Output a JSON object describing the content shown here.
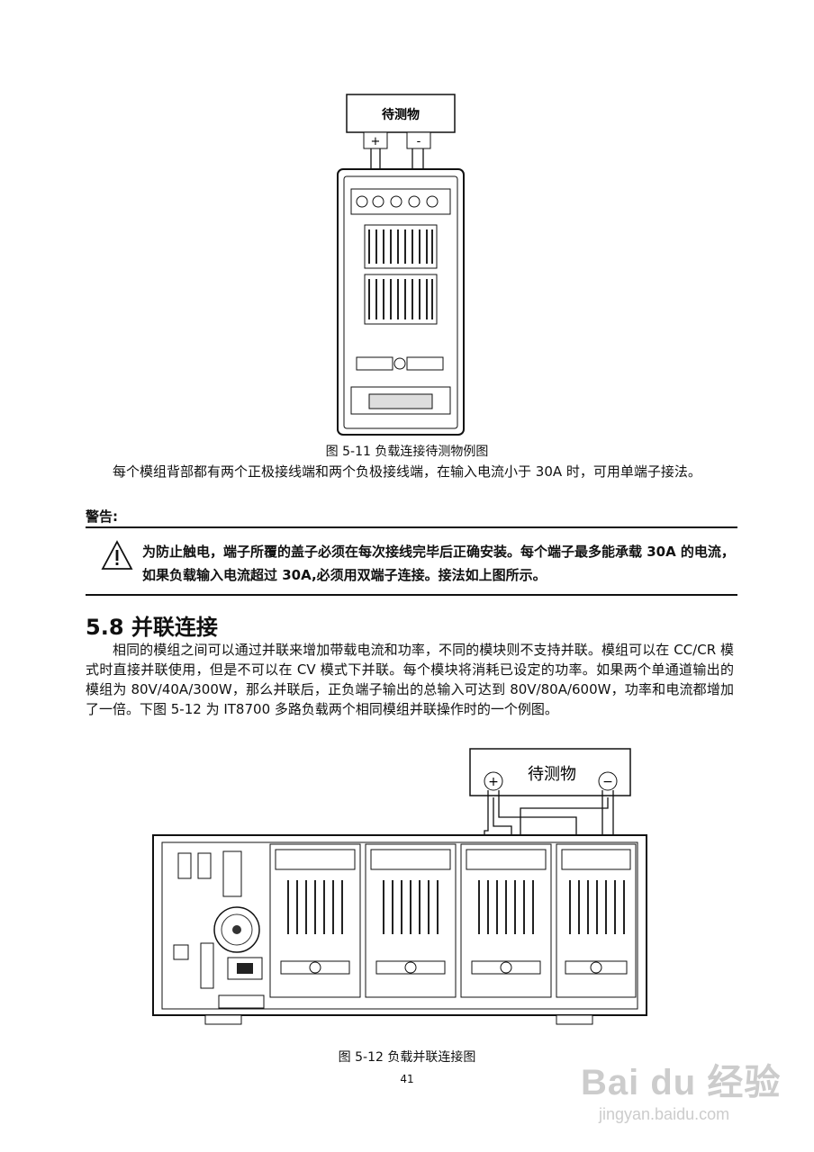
{
  "figure1": {
    "dut_label": "待测物",
    "plus": "+",
    "minus": "-",
    "caption": "图 5-11 负载连接待测物例图"
  },
  "paragraph1": "每个模组背部都有两个正极接线端和两个负极接线端，在输入电流小于 30A 时，可用单端子接法。",
  "warning": {
    "label": "警告:",
    "text": "为防止触电，端子所覆的盖子必须在每次接线完毕后正确安装。每个端子最多能承载 30A 的电流，如果负载输入电流超过 30A,必须用双端子连接。接法如上图所示。"
  },
  "section": {
    "number": "5.8",
    "title": "并联连接"
  },
  "paragraph2": "相同的模组之间可以通过并联来增加带载电流和功率，不同的模块则不支持并联。模组可以在 CC/CR 模式时直接并联使用，但是不可以在 CV 模式下并联。每个模块将消耗已设定的功率。如果两个单通道输出的模组为 80V/40A/300W，那么并联后，正负端子输出的总输入可达到 80V/80A/600W，功率和电流都增加了一倍。下图 5-12 为 IT8700 多路负载两个相同模组并联操作时的一个例图。",
  "figure2": {
    "dut_label": "待测物",
    "plus": "+",
    "minus": "−",
    "caption": "图 5-12 负载并联连接图"
  },
  "page_number": "41",
  "watermark": {
    "brand": "Bai du 经验",
    "url": "jingyan.baidu.com"
  }
}
